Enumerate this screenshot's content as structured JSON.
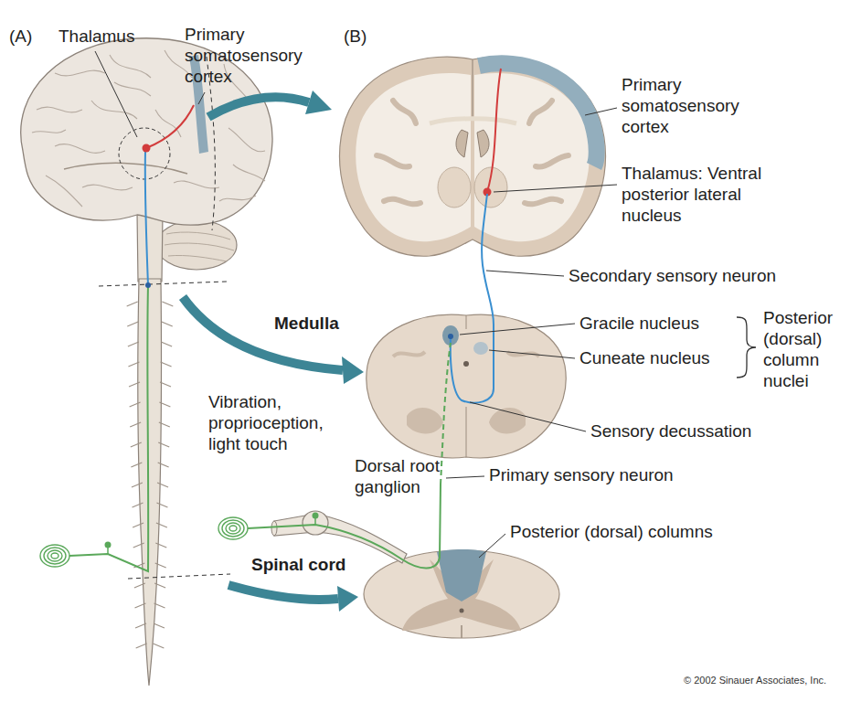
{
  "diagram": {
    "labels": [
      "(A)",
      "Thalamus",
      "Primary somatosensory cortex",
      "(B)",
      "Primary somatosensory cortex",
      "Thalamus: Ventral posterior lateral nucleus",
      "Secondary sensory neuron",
      "Medulla",
      "Gracile nucleus",
      "Cuneate nucleus",
      "Posterior (dorsal) column nuclei",
      "Sensory decussation",
      "Vibration, proprioception, light touch",
      "Dorsal root ganglion",
      "Primary sensory neuron",
      "Posterior (dorsal) columns",
      "Spinal cord",
      "© 2002 Sinauer Associates, Inc."
    ]
  }
}
